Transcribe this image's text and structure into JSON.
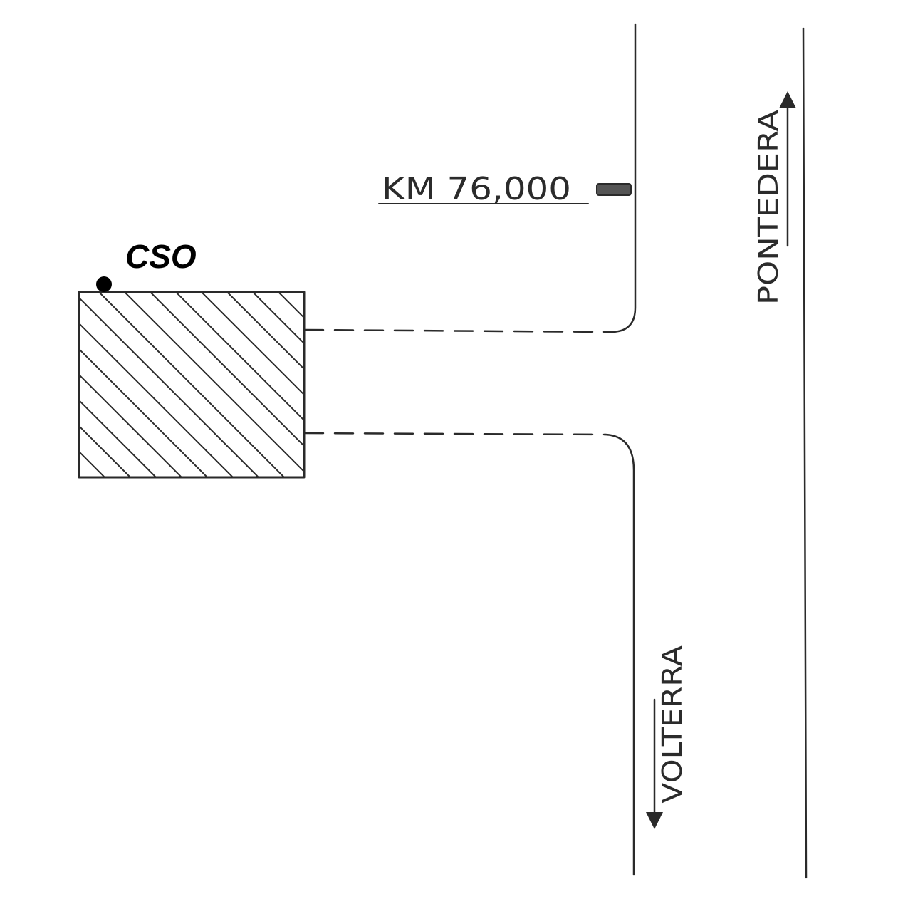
{
  "labels": {
    "km_marker": "KM 76,000",
    "cso": "CSO",
    "direction_north": "PONTEDERA",
    "direction_south": "VOLTERRA"
  },
  "colors": {
    "ink": "#2a2a2a",
    "background": "#ffffff",
    "marker_fill": "#555555"
  }
}
